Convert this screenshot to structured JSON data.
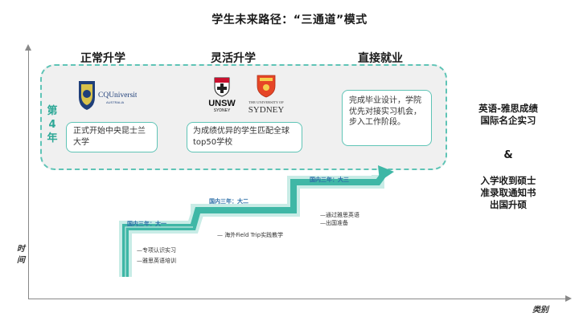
{
  "title": "学生未来路径：“三通道”模式",
  "tracks": {
    "normal": "正常升学",
    "flexible": "灵活升学",
    "employment": "直接就业"
  },
  "year_label": [
    "第",
    "4",
    "年"
  ],
  "cards": {
    "normal": "正式开始中央昆士兰大学",
    "flexible": "为成绩优异的学生匹配全球top50学校",
    "employment": "完成毕业设计，学院优先对接实习机会，步入工作阶段。"
  },
  "logos": {
    "cqu_text": "CQUniversity",
    "cqu_sub": "AUSTRALIA",
    "unsw_text": "UNSW",
    "unsw_sub": "SYDNEY",
    "sydney_top": "THE UNIVERSITY OF",
    "sydney_text": "SYDNEY"
  },
  "side": {
    "line1": "英语-雅思成绩",
    "line2": "国际名企实习",
    "amp": "&",
    "line3": "入学收到硕士",
    "line4": "准录取通知书",
    "line5": "出国升硕"
  },
  "steps": [
    {
      "label": "国内三年：大一",
      "items": [
        "—专项认识实习",
        "—雅思英语培训"
      ]
    },
    {
      "label": "国内三年：大二",
      "items": [
        "— 海外Field Trip实践教学"
      ]
    },
    {
      "label": "国内三年：大三",
      "items": [
        "—通过雅思英语",
        "—出国准备"
      ]
    }
  ],
  "axes": {
    "y": [
      "时",
      "间"
    ],
    "x": "类别"
  },
  "colors": {
    "teal": "#5fc4b6",
    "teal_dark": "#2ea897",
    "step_blue": "#2d6fa8",
    "panel_bg": "#f0f0f0"
  }
}
